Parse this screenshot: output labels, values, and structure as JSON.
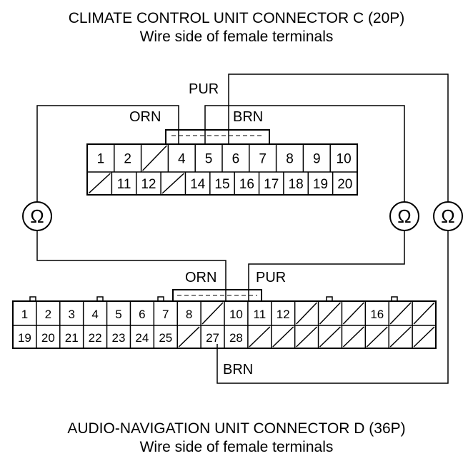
{
  "connector_c": {
    "title": "CLIMATE CONTROL UNIT CONNECTOR C (20P)",
    "subtitle": "Wire side of female terminals",
    "row1": [
      "1",
      "2",
      "",
      "4",
      "5",
      "6",
      "7",
      "8",
      "9",
      "10"
    ],
    "row2": [
      "",
      "11",
      "12",
      "",
      "14",
      "15",
      "16",
      "17",
      "18",
      "19",
      "20"
    ]
  },
  "connector_d": {
    "title": "AUDIO-NAVIGATION UNIT CONNECTOR D (36P)",
    "subtitle": "Wire side of female terminals",
    "row1": [
      "1",
      "2",
      "3",
      "4",
      "5",
      "6",
      "7",
      "8",
      "",
      "10",
      "11",
      "12",
      "",
      "",
      "",
      "16",
      "",
      ""
    ],
    "row2": [
      "19",
      "20",
      "21",
      "22",
      "23",
      "24",
      "25",
      "",
      "27",
      "28",
      "",
      "",
      "",
      "",
      "",
      "",
      "",
      ""
    ]
  },
  "wire_labels": {
    "c_orn": "ORN",
    "c_pur": "PUR",
    "c_brn": "BRN",
    "d_orn": "ORN",
    "d_pur": "PUR",
    "d_brn": "BRN"
  },
  "meters": {
    "left": "Ω",
    "middle": "Ω",
    "right": "Ω"
  }
}
